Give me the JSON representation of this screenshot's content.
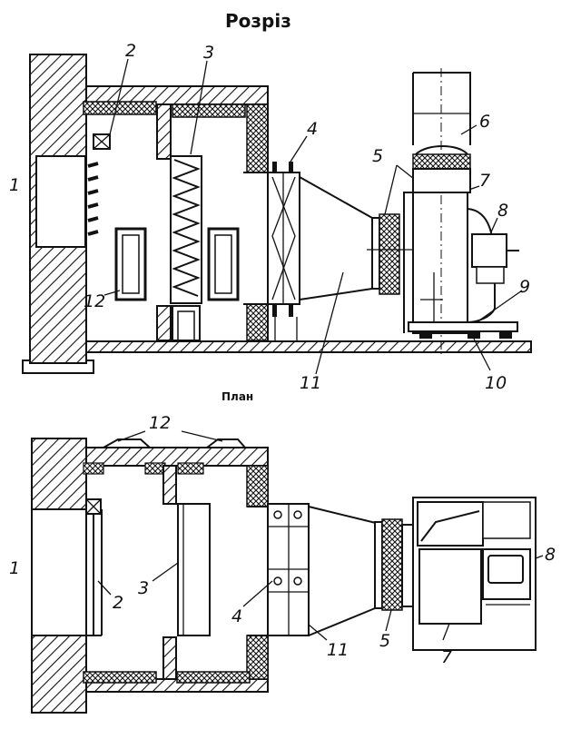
{
  "titles": {
    "section": "Розріз",
    "plan": "План"
  },
  "section_labels": {
    "l1": "1",
    "l2": "2",
    "l3": "3",
    "l4": "4",
    "l5": "5",
    "l6": "6",
    "l7": "7",
    "l8": "8",
    "l9": "9",
    "l10": "10",
    "l11": "11",
    "l12": "12"
  },
  "plan_labels": {
    "l1": "1",
    "l2": "2",
    "l3": "3",
    "l4": "4",
    "l5": "5",
    "l7": "7",
    "l8": "8",
    "l11": "11",
    "l12": "12"
  }
}
